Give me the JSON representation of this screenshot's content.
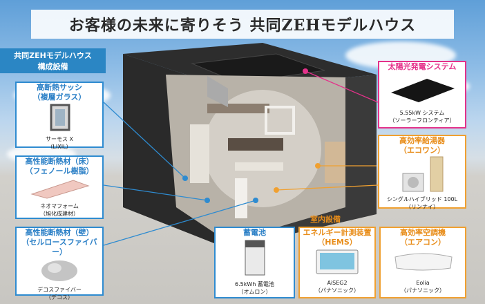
{
  "title": "お客様の未来に寄りそう 共同ZEHモデルハウス",
  "equipment_header": [
    "共同ZEHモデルハウス",
    "構成設備"
  ],
  "indoor_label": "室内設備",
  "colors": {
    "blue": "#2e8bd0",
    "pink": "#e4318a",
    "orange": "#f0a030",
    "header": "#2b86c4"
  },
  "left_cards": [
    {
      "title1": "高断熱サッシ",
      "title2": "（複層ガラス）",
      "cap1": "サーモス X",
      "cap2": "（LIXIL）"
    },
    {
      "title1": "高性能断熱材（床）",
      "title2": "（フェノール樹脂）",
      "cap1": "ネオマフォーム",
      "cap2": "（旭化成建材）"
    },
    {
      "title1": "高性能断熱材（壁）",
      "title2": "（セルロースファイバー）",
      "cap1": "デコスファイバー",
      "cap2": "（デコス）"
    }
  ],
  "solar": {
    "title": "太陽光発電システム",
    "cap1": "5.55kW システム",
    "cap2": "（ソーラーフロンティア）"
  },
  "water_heater": {
    "title1": "高効率給湯器",
    "title2": "（エコワン）",
    "cap1": "シングルハイブリッド 100L",
    "cap2": "（リンナイ）"
  },
  "bottom_cards": [
    {
      "title1": "蓄電池",
      "title2": "",
      "cap1": "6.5kWh 蓄電池",
      "cap2": "（オムロン）"
    },
    {
      "title1": "エネルギー計測装置",
      "title2": "（HEMS）",
      "cap1": "AiSEG2",
      "cap2": "（パナソニック）"
    },
    {
      "title1": "高効率空調機",
      "title2": "（エアコン）",
      "cap1": "Eolia",
      "cap2": "（パナソニック）"
    }
  ]
}
